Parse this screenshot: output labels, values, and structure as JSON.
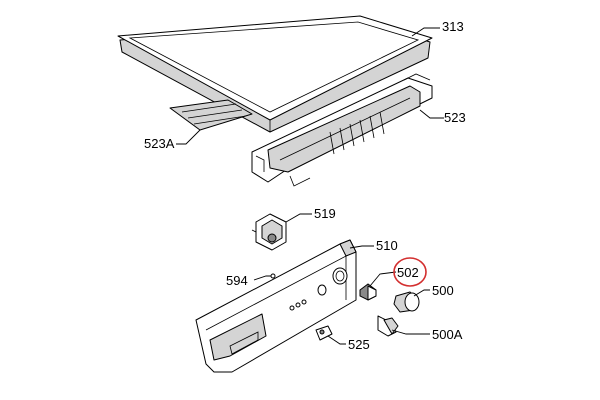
{
  "labels": {
    "p313": "313",
    "p523": "523",
    "p523a": "523A",
    "p519": "519",
    "p510": "510",
    "p502": "502",
    "p594": "594",
    "p500": "500",
    "p500a": "500A",
    "p525": "525"
  },
  "highlight_color": "#d32f2f"
}
